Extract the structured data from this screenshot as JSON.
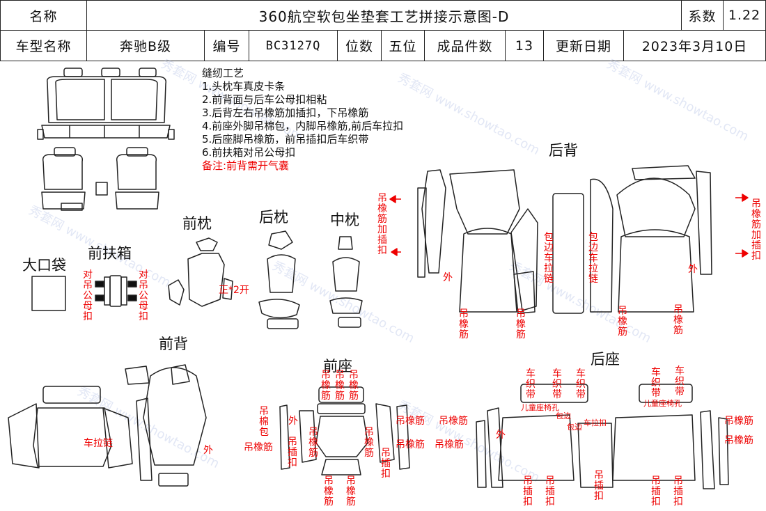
{
  "header": {
    "name_label": "名称",
    "title": "360航空软包坐垫套工艺拼接示意图-D",
    "coef_label": "系数",
    "coef_value": "1.22",
    "model_label": "车型名称",
    "model_value": "奔驰B级",
    "code_label": "编号",
    "code_value": "BC3127Q",
    "seats_label": "位数",
    "seats_value": "五位",
    "pieces_label": "成品件数",
    "pieces_value": "13",
    "date_label": "更新日期",
    "date_value": "2023年3月10日"
  },
  "notes": {
    "title": "缝纫工艺",
    "items": [
      "1.头枕车真皮卡条",
      "2.前背面与后车公母扣相粘",
      "3.后背左右吊橡筋加插扣，下吊橡筋",
      "4.前座外脚吊棉包，内脚吊橡筋,前后车拉扣",
      "5.后座脚吊橡筋，前吊插扣后车织带",
      "6.前扶箱对吊公母扣"
    ],
    "remark": "备注:前背需开气囊"
  },
  "sections": {
    "front_headrest": "前枕",
    "rear_headrest": "后枕",
    "middle_headrest": "中枕",
    "armrest": "前扶箱",
    "pocket": "大口袋",
    "rear_back": "后背",
    "front_back": "前背",
    "front_seat": "前座",
    "rear_seat": "后座"
  },
  "annotations": {
    "hang_snap": "对吊公母扣",
    "pos_cut": "正*2开",
    "elastic": "吊橡筋",
    "elastic_insert": "吊橡筋加插扣",
    "outer": "外",
    "edge_zip": "包边车拉链",
    "car_zip": "车拉链",
    "cotton_bag": "吊棉包",
    "insert": "吊插扣",
    "belt": "车织带",
    "child_seat": "儿童座椅孔",
    "trim_label": "包边",
    "trim_lower": "包边",
    "car_hook": "车拉扣"
  },
  "watermark": "秀套网 www.showtao.com"
}
